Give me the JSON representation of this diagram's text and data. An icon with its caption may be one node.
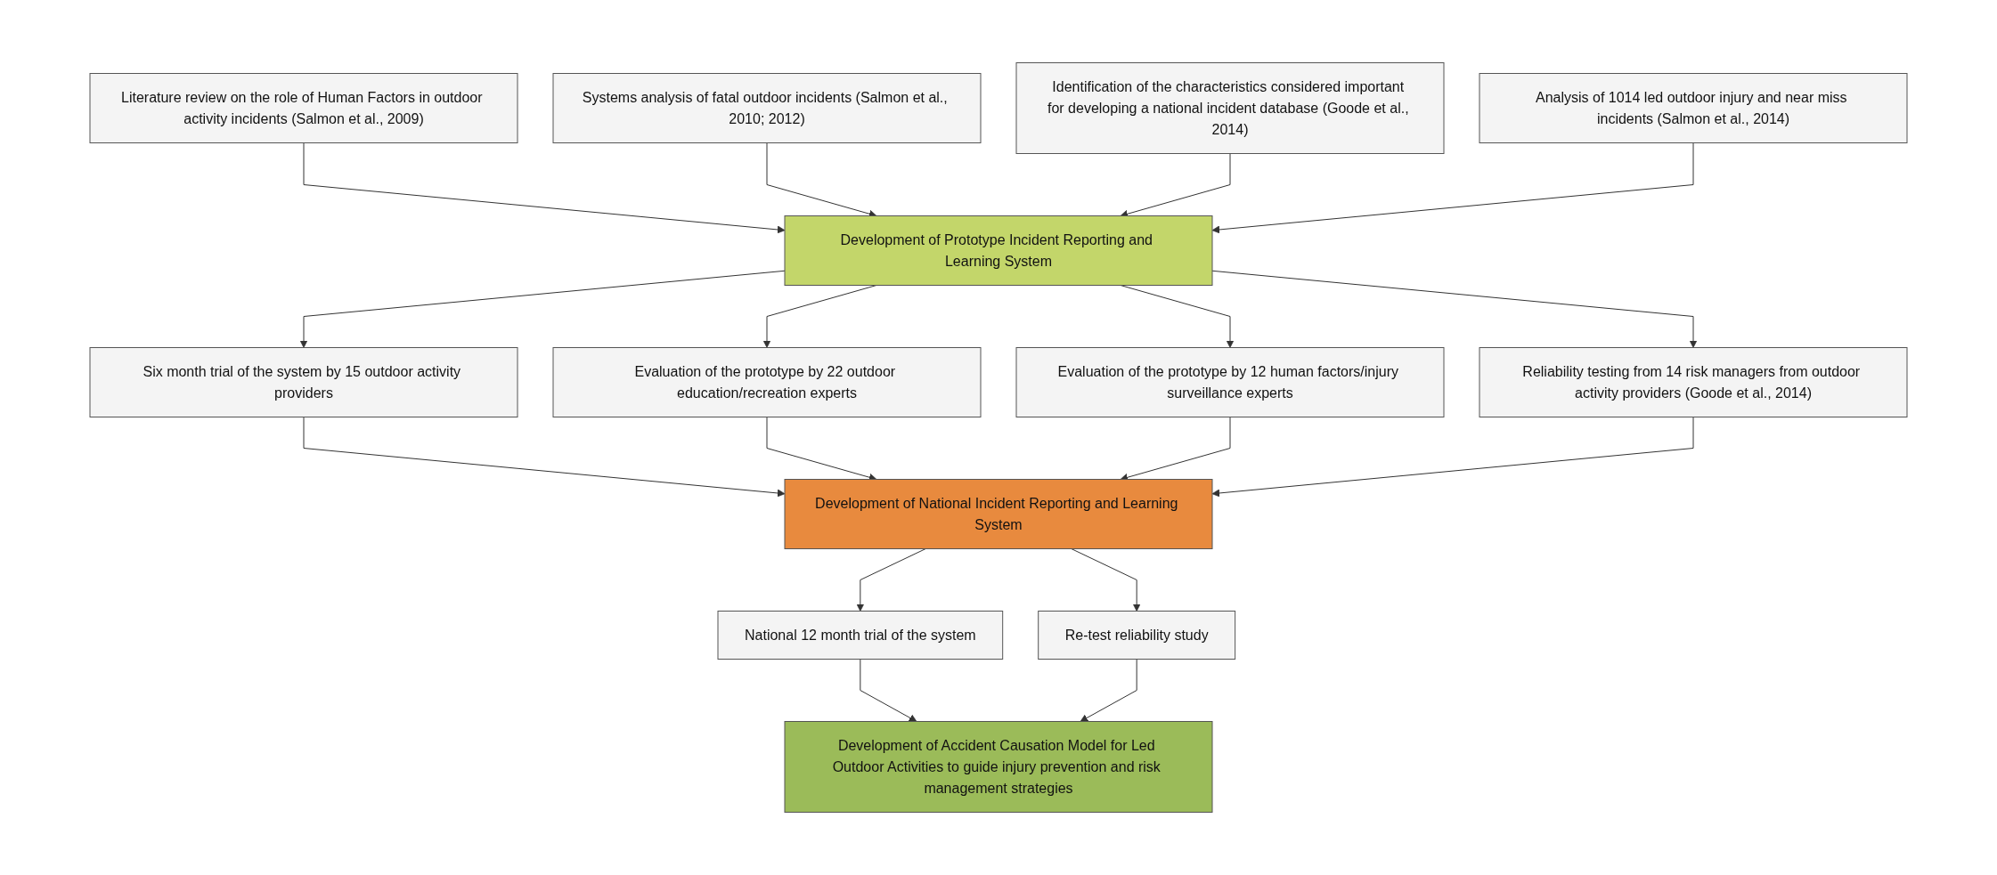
{
  "diagram": {
    "nodes": [
      {
        "text": [
          "Literature review on the role of Human Factors in outdoor activity incidents (Salmon et al., 2009)"
        ]
      },
      {
        "text": [
          "Systems analysis of fatal outdoor incidents (Salmon et al., 2010; 2012)"
        ]
      },
      {
        "text": [
          "Identification of the characteristics considered important for developing a national incident database (Goode et al., 2014)"
        ]
      },
      {
        "text": [
          "Analysis of 1014 led outdoor injury and near miss incidents (Salmon et al., 2014)"
        ]
      },
      {
        "text": [
          "Development of Prototype Incident Reporting and Learning System"
        ]
      },
      {
        "text": [
          "Six month trial of the system by 15 outdoor activity providers"
        ]
      },
      {
        "text": [
          "Evaluation of the prototype by 22 outdoor education/recreation experts"
        ]
      },
      {
        "text": [
          "Evaluation of the prototype by 12 human factors/injury surveillance experts"
        ]
      },
      {
        "text": [
          "Reliability testing from 14 risk managers from outdoor activity providers (Goode et al., 2014)"
        ]
      },
      {
        "text": [
          "Development of National Incident Reporting and Learning System"
        ]
      },
      {
        "text": [
          "National 12 month trial of the system"
        ]
      },
      {
        "text": [
          "Re-test reliability study"
        ]
      },
      {
        "text": [
          "Development of Accident Causation Model for Led Outdoor Activities to guide injury prevention and risk management strategies"
        ]
      }
    ],
    "edges": [
      {
        "from": 0,
        "to": 4,
        "arrow": "to"
      },
      {
        "from": 1,
        "to": 4,
        "arrow": "to"
      },
      {
        "from": 2,
        "to": 4,
        "arrow": "to"
      },
      {
        "from": 3,
        "to": 4,
        "arrow": "to"
      },
      {
        "from": 4,
        "to": 5,
        "arrow": "to"
      },
      {
        "from": 4,
        "to": 6,
        "arrow": "to"
      },
      {
        "from": 4,
        "to": 7,
        "arrow": "to"
      },
      {
        "from": 4,
        "to": 8,
        "arrow": "to"
      },
      {
        "from": 5,
        "to": 9,
        "arrow": "to"
      },
      {
        "from": 6,
        "to": 9,
        "arrow": "to"
      },
      {
        "from": 7,
        "to": 9,
        "arrow": "to"
      },
      {
        "from": 8,
        "to": 9,
        "arrow": "to"
      },
      {
        "from": 9,
        "to": 10,
        "arrow": "to"
      },
      {
        "from": 9,
        "to": 11,
        "arrow": "to"
      },
      {
        "from": 10,
        "to": 12,
        "arrow": "to"
      },
      {
        "from": 11,
        "to": 12,
        "arrow": "to"
      }
    ]
  }
}
